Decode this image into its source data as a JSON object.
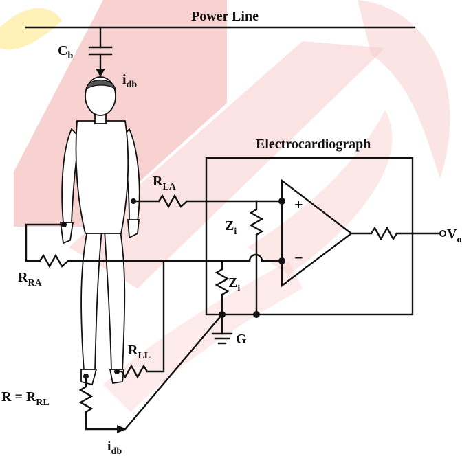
{
  "diagram": {
    "power_line": "Power Line",
    "capacitor": {
      "main": "C",
      "sub": "b"
    },
    "current_top": {
      "main": "i",
      "sub": "db"
    },
    "current_bottom": {
      "main": "i",
      "sub": "db"
    },
    "device": "Electrocardiograph",
    "r_la": {
      "main": "R",
      "sub": "LA"
    },
    "r_ra": {
      "main": "R",
      "sub": "RA"
    },
    "r_ll": {
      "main": "R",
      "sub": "LL"
    },
    "r_rl": {
      "main": "R = R",
      "sub": "RL"
    },
    "z_top": {
      "main": "Z",
      "sub": "i"
    },
    "z_bottom": {
      "main": "Z",
      "sub": "i"
    },
    "ground": "G",
    "output": {
      "main": "V",
      "sub": "o"
    },
    "plus": "+",
    "minus": "−"
  },
  "colors": {
    "ink": "#111111",
    "watermark_red": "#e8706a",
    "watermark_yellow": "#ffd21a"
  }
}
